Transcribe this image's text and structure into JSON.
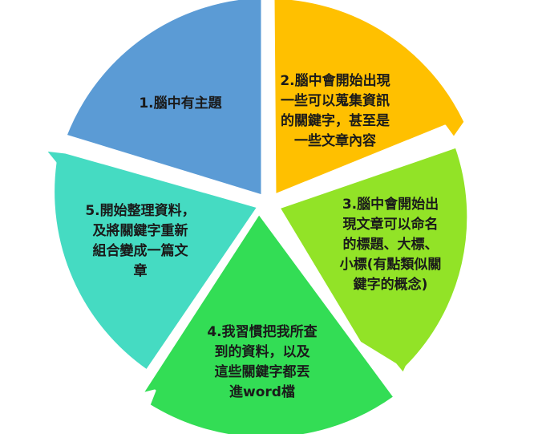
{
  "diagram": {
    "type": "cycle",
    "segments": [
      {
        "id": 1,
        "color": "#5B9BD5",
        "lines": [
          "1.腦中有主題"
        ]
      },
      {
        "id": 2,
        "color": "#FFC000",
        "lines": [
          "2.腦中會開始出現",
          "一些可以蒐集資訊",
          "的關鍵字，甚至是",
          "一些文章內容"
        ]
      },
      {
        "id": 3,
        "color": "#92E327",
        "lines": [
          "3.腦中會開始出",
          "現文章可以命名",
          "的標題、大標、",
          "小標(有點類似關",
          "鍵字的概念)"
        ]
      },
      {
        "id": 4,
        "color": "#33DD55",
        "lines": [
          "4.我習慣把我所查",
          "到的資料，以及",
          "這些關鍵字都丟",
          "進word檔"
        ]
      },
      {
        "id": 5,
        "color": "#45DBC2",
        "lines": [
          "5.開始整理資料，",
          "及將關鍵字重新",
          "組合變成一篇文",
          "章"
        ]
      }
    ]
  }
}
